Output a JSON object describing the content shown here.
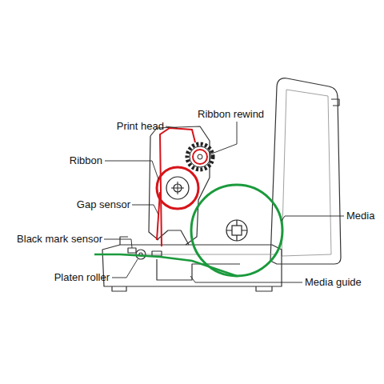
{
  "diagram": {
    "labels": [
      "Print head",
      "Ribbon rewind",
      "Ribbon",
      "Gap sensor",
      "Media",
      "Black mark sensor",
      "Platen roller",
      "Media guide"
    ]
  }
}
